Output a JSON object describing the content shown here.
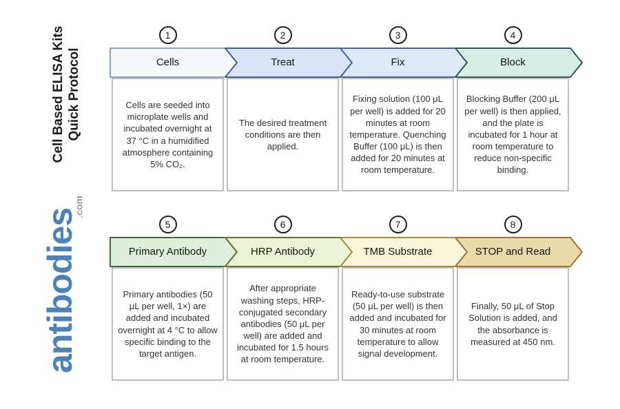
{
  "sidebar": {
    "title_line1": "Cell Based ELISA Kits",
    "title_line2": "Quick Protocol",
    "logo_text": "antibodies",
    "logo_suffix": ".com",
    "brand_blue": "#4d82b8",
    "logo_suffix_gray": "#9b9b9b"
  },
  "steps": [
    {
      "number": "1",
      "label": "Cells",
      "description": "Cells are seeded into microplate wells and incubated overnight at 37 °C in a humidified atmosphere containing 5% CO₂.",
      "fill": "#f4f8fc",
      "stroke": "#8aa2c0"
    },
    {
      "number": "2",
      "label": "Treat",
      "description": "The desired treatment conditions are then applied.",
      "fill": "#dae4f7",
      "stroke": "#3e6095"
    },
    {
      "number": "3",
      "label": "Fix",
      "description": "Fixing solution (100 μL per well) is added for 20 minutes at room temperature. Quenching Buffer (100 μL) is then added for 20 minutes at room temperature.",
      "fill": "#dde8f8",
      "stroke": "#45659a"
    },
    {
      "number": "4",
      "label": "Block",
      "description": "Blocking Buffer (200 μL per well) is then applied, and the plate is incubated for 1 hour at room temperature to reduce non-specific binding.",
      "fill": "#d6eee6",
      "stroke": "#35545c"
    },
    {
      "number": "5",
      "label": "Primary Antibody",
      "description": "Primary antibodies (50 μL per well, 1×) are added and incubated overnight at 4 °C to allow specific binding to the target antigen.",
      "fill": "#def0dc",
      "stroke": "#41693f"
    },
    {
      "number": "6",
      "label": "HRP Antibody",
      "description": "After appropriate washing steps, HRP-conjugated secondary antibodies (50 μL per well) are added and incubated for 1.5 hours at room temperature.",
      "fill": "#ecf2d6",
      "stroke": "#637034"
    },
    {
      "number": "7",
      "label": "TMB Substrate",
      "description": "Ready-to-use substrate (50 μL per well) is then added and incubated for 30 minutes at room temperature to allow signal development.",
      "fill": "#f9f5d8",
      "stroke": "#ab8840"
    },
    {
      "number": "8",
      "label": "STOP and Read",
      "description": "Finally, 50 μL of Stop Solution is added, and the absorbance is measured at 450 nm.",
      "fill": "#e9d9ab",
      "stroke": "#9a762f"
    }
  ]
}
